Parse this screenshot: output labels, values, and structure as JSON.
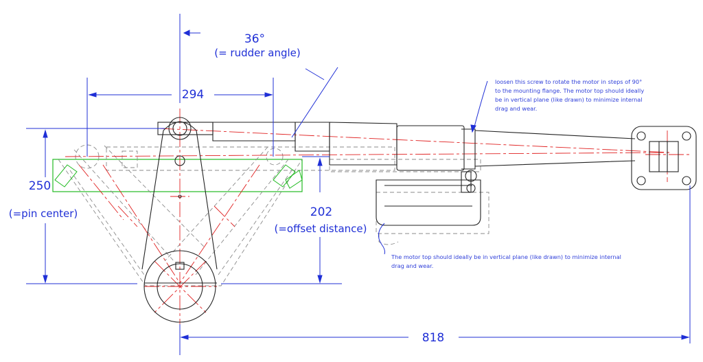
{
  "dimensions": {
    "angle_value": "36°",
    "angle_note": "(= rudder angle)",
    "tiller_span": "294",
    "pin_height": "250",
    "pin_note": "(=pin center)",
    "offset_value": "202",
    "offset_note": "(=offset distance)",
    "total_length": "818"
  },
  "notes": {
    "screw_note": [
      "loosen this screw to rotate the motor in steps of 90°",
      "to the mounting flange. The motor top should ideally",
      "be in vertical plane (like drawn) to minimize internal",
      "drag and wear."
    ],
    "motor_note": [
      "The motor top should ideally be in vertical plane (like drawn) to minimize internal",
      "drag and wear."
    ]
  },
  "colors": {
    "dimension": "#1f2fd6",
    "centerline": "#e02020",
    "outline": "#222222",
    "hidden": "#8a8a8a",
    "bracket": "#22bb22"
  }
}
